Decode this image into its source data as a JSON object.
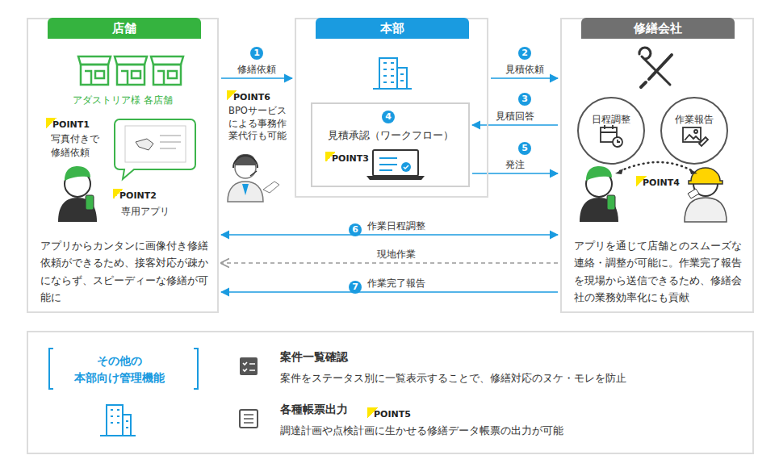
{
  "diagram": {
    "nodes": [
      {
        "text": [
          "店舗",
          "アダストリア様 各店舗",
          "アプリからカンタンに画像付き修繕依頼ができるため、接客対応が疎かにならず、スピーディーな修繕が可能に"
        ]
      },
      {
        "text": [
          "本部"
        ]
      },
      {
        "text": [
          "見積承認（ワークフロー）"
        ],
        "in": 1
      },
      {
        "text": [
          "修繕会社",
          "アプリを通じて店舗とのスムーズな連絡・調整が可能に。作業完了報告を現場から送信できるため、修繕会社の業務効率化にも貢献"
        ]
      },
      {
        "text": [
          "日程調整"
        ],
        "in": 3
      },
      {
        "text": [
          "作業報告"
        ],
        "in": 3
      },
      {
        "text": [
          "その他の 本部向け管理機能",
          "案件一覧確認",
          "案件をステータス別に一覧表示することで、修繕対応のヌケ・モレを防止",
          "各種帳票出力",
          "調達計画や点検計画に生かせる修繕データ帳票の出力が可能"
        ]
      }
    ],
    "edges": [
      {
        "from": 0,
        "to": 1,
        "label": "修繕依頼",
        "arrow": "to"
      },
      {
        "from": 1,
        "to": 3,
        "label": "見積依頼",
        "arrow": "to"
      },
      {
        "from": 3,
        "to": 2,
        "label": "見積回答",
        "arrow": "to"
      },
      {
        "from": 2,
        "to": 3,
        "label": "発注",
        "arrow": "to"
      },
      {
        "from": 0,
        "to": 3,
        "label": "作業日程調整",
        "arrow": "both"
      },
      {
        "from": 3,
        "to": 0,
        "label": "現地作業",
        "arrow": "to"
      },
      {
        "from": 3,
        "to": 0,
        "label": "作業完了報告",
        "arrow": "to"
      }
    ],
    "labels": [
      "POINT1",
      "写真付きで修繕依頼",
      "POINT2",
      "専用アプリ",
      "1",
      "POINT6",
      "BPOサービスによる事務作業代行も可能",
      "2",
      "3",
      "4",
      "POINT3",
      "5",
      "POINT4",
      "6",
      "7",
      "POINT5"
    ]
  }
}
